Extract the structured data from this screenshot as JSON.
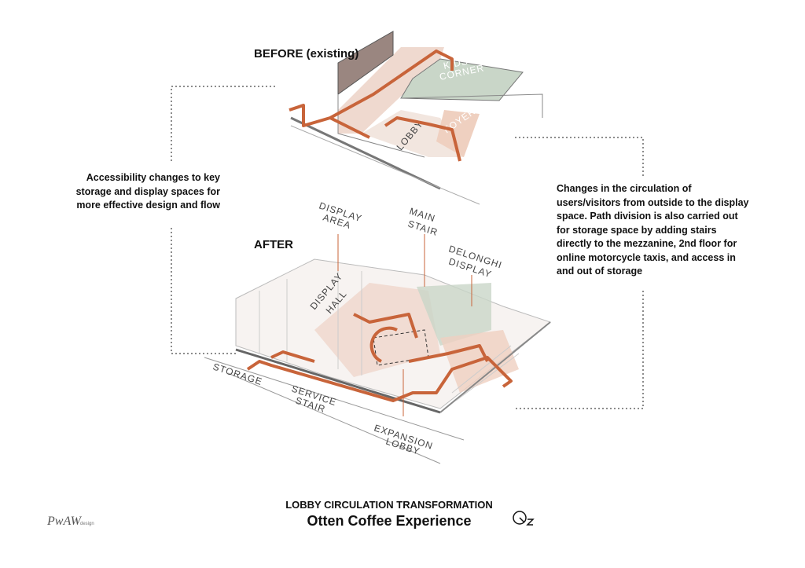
{
  "before": {
    "title": "BEFORE (existing)",
    "labels": {
      "kids_corner_1": "KIDS",
      "kids_corner_2": "CORNER",
      "lobby": "LOBBY",
      "foyer": "FOYER"
    }
  },
  "after": {
    "title": "AFTER",
    "labels": {
      "display_area_1": "DISPLAY",
      "display_area_2": "AREA",
      "main_stair_1": "MAIN",
      "main_stair_2": "STAIR",
      "delonghi_1": "DELONGHI",
      "delonghi_2": "DISPLAY",
      "display_hall_1": "DISPLAY",
      "display_hall_2": "HALL",
      "storage": "STORAGE",
      "service_stair_1": "SERVICE",
      "service_stair_2": "STAIR",
      "expansion_lobby_1": "EXPANSION",
      "expansion_lobby_2": "LOBBY"
    }
  },
  "notes": {
    "left": [
      "Accessibility changes to key",
      "storage and display spaces for",
      "more effective design and flow"
    ],
    "right": [
      "Changes in the circulation of",
      "users/visitors from outside to the display",
      "space. Path division is also carried out",
      "for storage space by adding stairs",
      "directly to the mezzanine, 2nd floor for",
      "online motorcycle taxis, and access in",
      "and out of storage"
    ]
  },
  "footer": {
    "subtitle": "LOBBY CIRCULATION TRANSFORMATION",
    "title": "Otten Coffee Experience",
    "logo_text": "PwAW",
    "logo_sub": "design"
  },
  "colors": {
    "path": "#c8643a",
    "zone_pink": "#f0d7cc",
    "zone_green": "#c9d6c8",
    "wall": "#888888"
  }
}
